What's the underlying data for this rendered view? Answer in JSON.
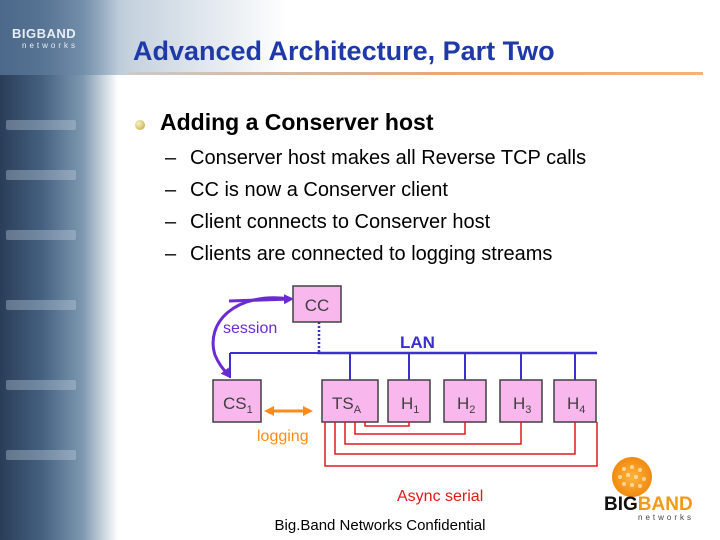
{
  "slide": {
    "title": "Advanced Architecture, Part Two",
    "bullet": "Adding a Conserver host",
    "dash": "–",
    "subbullets": [
      "Conserver host makes all Reverse TCP calls",
      "CC is now a Conserver client",
      "Client connects to Conserver host",
      "Clients are connected to logging streams"
    ],
    "footer": "Big.Band Networks Confidential"
  },
  "diagram": {
    "cc": "CC",
    "session": "session",
    "lan": "LAN",
    "cs": "CS",
    "cs_sub": "1",
    "ts": "TS",
    "ts_sub": "A",
    "hosts": [
      {
        "label": "H",
        "sub": "1"
      },
      {
        "label": "H",
        "sub": "2"
      },
      {
        "label": "H",
        "sub": "3"
      },
      {
        "label": "H",
        "sub": "4"
      }
    ],
    "logging": "logging",
    "async_serial": "Async serial"
  },
  "colors": {
    "title": "#1f3aa8",
    "box_fill": "#f8b8ee",
    "box_stroke": "#404040",
    "lan_blue": "#3b2fd0",
    "red": "#e01818",
    "orange": "#ff8c1a",
    "purple": "#6a2bd0"
  },
  "logos": {
    "left": {
      "big": "BIGBAND",
      "small": "networks"
    },
    "right": {
      "big": "BIG",
      "band": "BAND",
      "small": "networks"
    }
  }
}
